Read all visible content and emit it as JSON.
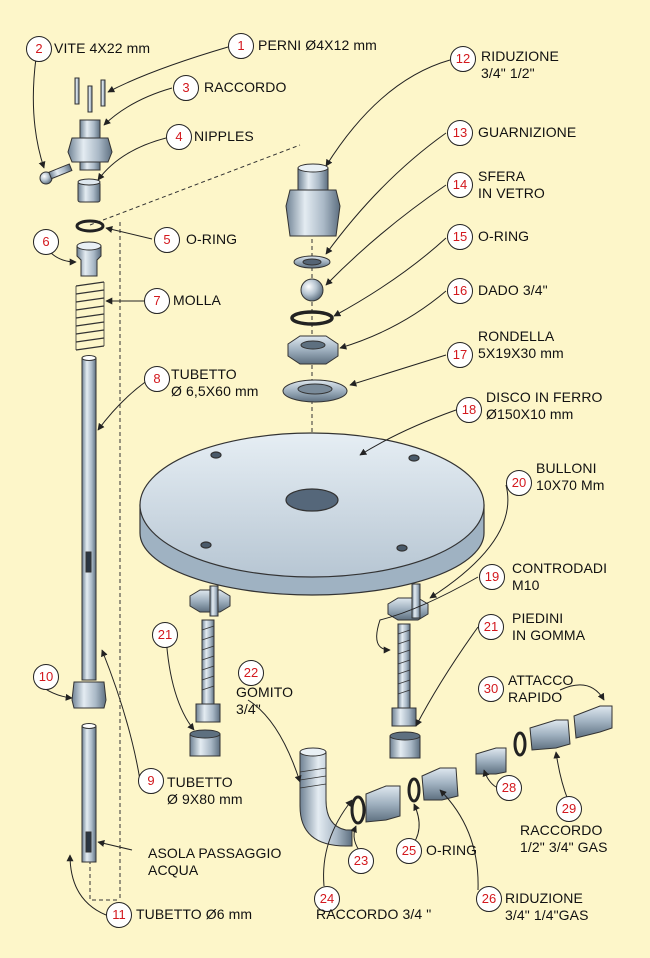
{
  "title": "",
  "colors": {
    "background": "#fdf6c9",
    "metal": "#b9c7d3",
    "metal_dark": "#6f8294",
    "number_text": "#d3181e",
    "stroke": "#222222"
  },
  "callouts": [
    {
      "n": "1",
      "lines": [
        "PERNI Ø4X12 mm"
      ]
    },
    {
      "n": "2",
      "lines": [
        "VITE 4X22 mm"
      ]
    },
    {
      "n": "3",
      "lines": [
        "RACCORDO"
      ]
    },
    {
      "n": "4",
      "lines": [
        "NIPPLES"
      ]
    },
    {
      "n": "5",
      "lines": [
        "O-RING"
      ]
    },
    {
      "n": "6",
      "lines": [
        ""
      ]
    },
    {
      "n": "7",
      "lines": [
        "MOLLA"
      ]
    },
    {
      "n": "8",
      "lines": [
        "TUBETTO",
        "Ø 6,5X60 mm"
      ]
    },
    {
      "n": "9",
      "lines": [
        "TUBETTO",
        "Ø 9X80 mm"
      ]
    },
    {
      "n": "10",
      "lines": [
        ""
      ]
    },
    {
      "n": "11",
      "lines": [
        "TUBETTO Ø6 mm"
      ]
    },
    {
      "n": "12",
      "lines": [
        "RIDUZIONE",
        "3/4\" 1/2\""
      ]
    },
    {
      "n": "13",
      "lines": [
        "GUARNIZIONE"
      ]
    },
    {
      "n": "14",
      "lines": [
        "SFERA",
        "IN VETRO"
      ]
    },
    {
      "n": "15",
      "lines": [
        "O-RING"
      ]
    },
    {
      "n": "16",
      "lines": [
        "DADO 3/4\""
      ]
    },
    {
      "n": "17",
      "lines": [
        "RONDELLA",
        "5X19X30 mm"
      ]
    },
    {
      "n": "18",
      "lines": [
        "DISCO IN FERRO",
        "Ø150X10 mm"
      ]
    },
    {
      "n": "19",
      "lines": [
        "CONTRODADI",
        "M10"
      ]
    },
    {
      "n": "20",
      "lines": [
        "BULLONI",
        "10X70 Mm"
      ]
    },
    {
      "n": "21",
      "lines": [
        "PIEDINI",
        "IN GOMMA"
      ]
    },
    {
      "n": "21b",
      "lines": [
        ""
      ]
    },
    {
      "n": "22",
      "lines": [
        "GOMITO",
        "3/4\""
      ]
    },
    {
      "n": "23",
      "lines": [
        ""
      ]
    },
    {
      "n": "24",
      "lines": [
        "RACCORDO 3/4 \""
      ]
    },
    {
      "n": "25",
      "lines": [
        "O-RING"
      ]
    },
    {
      "n": "26",
      "lines": [
        "RIDUZIONE",
        "3/4\"  1/4\"GAS"
      ]
    },
    {
      "n": "28",
      "lines": [
        ""
      ]
    },
    {
      "n": "29",
      "lines": [
        "RACCORDO",
        "1/2\" 3/4\" GAS"
      ]
    },
    {
      "n": "30",
      "lines": [
        "ATTACCO",
        "RAPIDO"
      ]
    }
  ],
  "extra_labels": [
    {
      "lines": [
        "ASOLA PASSAGGIO",
        "ACQUA"
      ]
    }
  ]
}
